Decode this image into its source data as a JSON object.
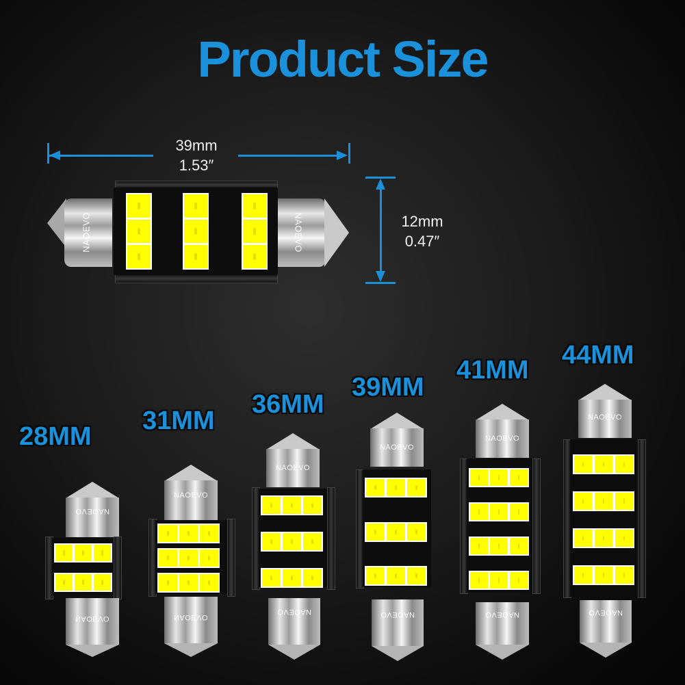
{
  "title": "Product Size",
  "dimensions": {
    "length_mm": "39mm",
    "length_in": "1.53″",
    "height_mm": "12mm",
    "height_in": "0.47″"
  },
  "brand": "NAOEVO",
  "sizes": [
    {
      "label": "28MM",
      "led_rows": 2
    },
    {
      "label": "31MM",
      "led_rows": 3
    },
    {
      "label": "36MM",
      "led_rows": 3
    },
    {
      "label": "39MM",
      "led_rows": 3
    },
    {
      "label": "41MM",
      "led_rows": 4
    },
    {
      "label": "44MM",
      "led_rows": 4
    }
  ],
  "colors": {
    "accent": "#1b90db",
    "led": "#ffff00",
    "background": "#1c1c1c"
  }
}
